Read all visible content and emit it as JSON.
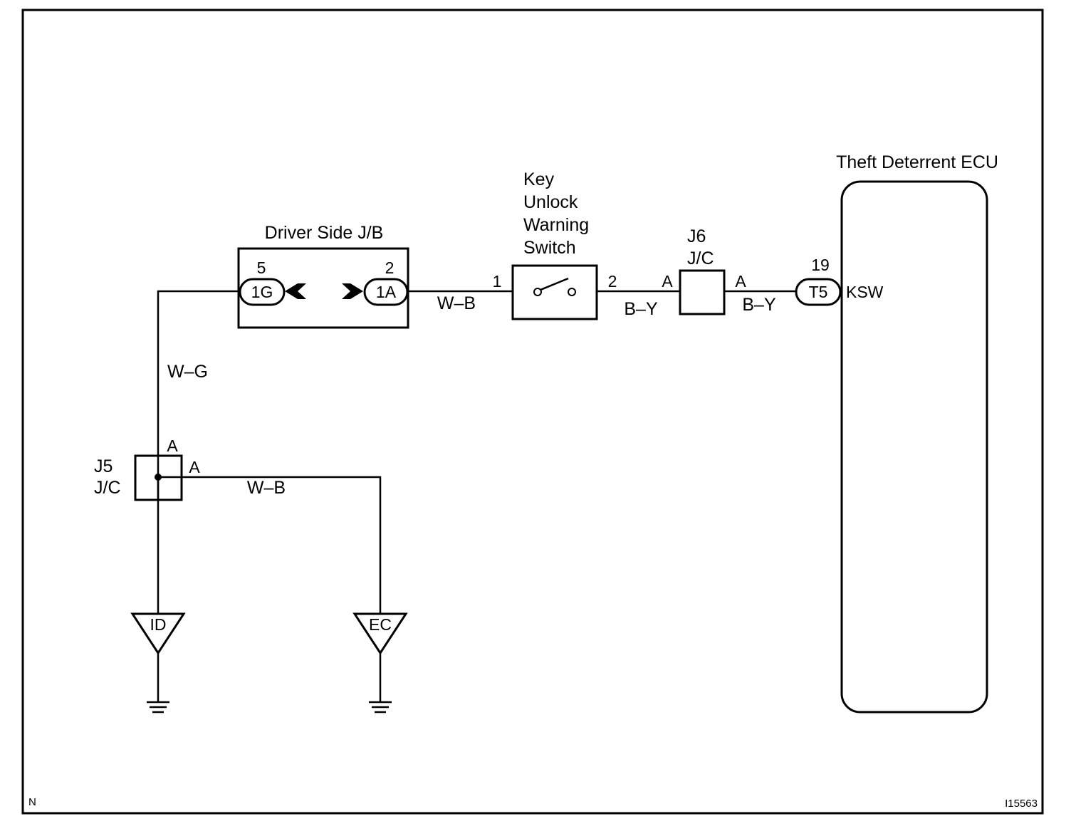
{
  "components": {
    "jb": {
      "title": "Driver Side J/B",
      "left_pin": "5",
      "left_conn": "1G",
      "right_pin": "2",
      "right_conn": "1A"
    },
    "switch": {
      "title_lines": [
        "Key",
        "Unlock",
        "Warning",
        "Switch"
      ],
      "pin_in": "1",
      "pin_out": "2"
    },
    "j6": {
      "name": "J6",
      "type": "J/C",
      "pin_in": "A",
      "pin_out": "A"
    },
    "ecu": {
      "title": "Theft Deterrent ECU",
      "pin": "19",
      "conn": "T5",
      "terminal": "KSW"
    },
    "j5": {
      "name": "J5",
      "type": "J/C",
      "pin_top": "A",
      "pin_right": "A"
    },
    "grounds": [
      {
        "label": "ID"
      },
      {
        "label": "EC"
      }
    ]
  },
  "wires": {
    "jb_to_switch": "W–B",
    "switch_to_j6": "B–Y",
    "j6_to_ecu": "B–Y",
    "jb_to_j5": "W–G",
    "j5_to_ec": "W–B"
  },
  "corner": {
    "left": "N",
    "right": "I15563"
  }
}
